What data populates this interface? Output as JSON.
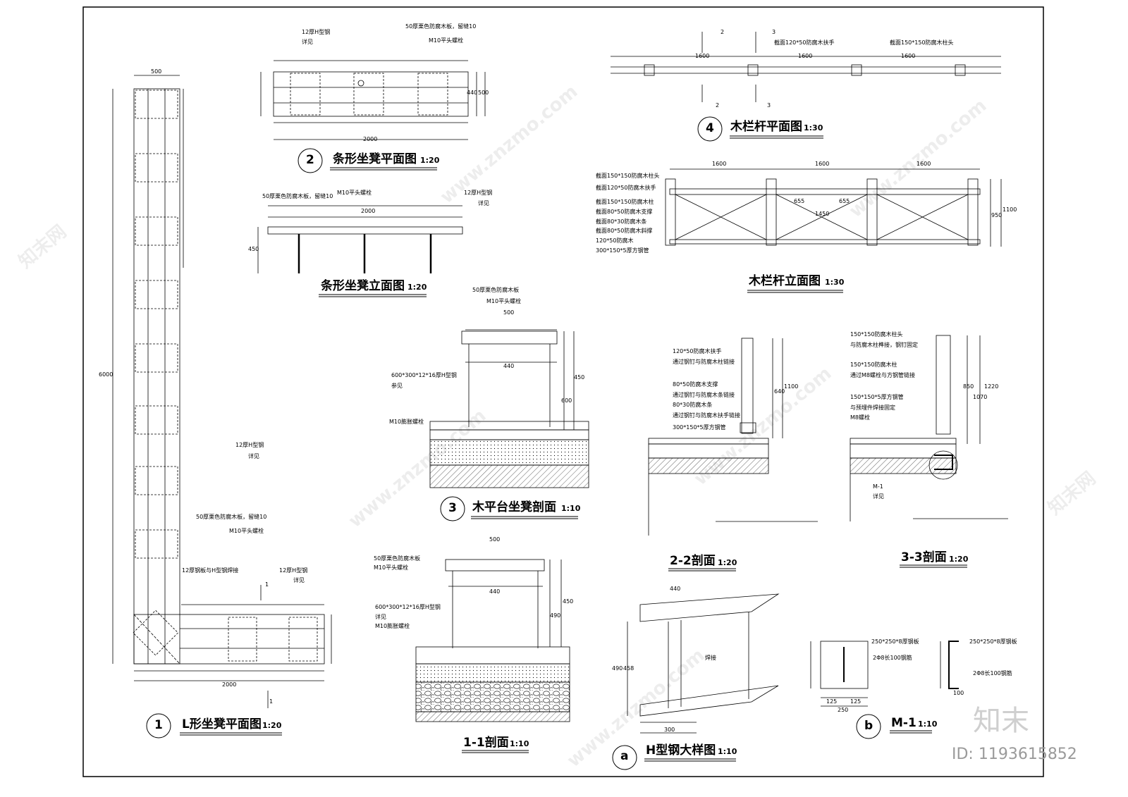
{
  "titles": {
    "l_bench": {
      "num": "1",
      "name": "L形坐凳平面图",
      "scale": "1:20"
    },
    "strip_plan": {
      "num": "2",
      "name": "条形坐凳平面图",
      "scale": "1:20"
    },
    "strip_elev": {
      "name": "条形坐凳立面图",
      "scale": "1:20"
    },
    "platform_section": {
      "num": "3",
      "name": "木平台坐凳剖面",
      "scale": "1:10"
    },
    "rail_plan": {
      "num": "4",
      "name": "木栏杆平面图",
      "scale": "1:30"
    },
    "rail_elev": {
      "name": "木栏杆立面图",
      "scale": "1:30"
    },
    "sec_11": {
      "name": "1-1剖面",
      "scale": "1:10"
    },
    "sec_22": {
      "name": "2-2剖面",
      "scale": "1:20"
    },
    "sec_33": {
      "name": "3-3剖面",
      "scale": "1:20"
    },
    "h_steel": {
      "num": "a",
      "name": "H型钢大样图",
      "scale": "1:10"
    },
    "m1": {
      "num": "b",
      "name": "M-1",
      "scale": "1:10"
    }
  },
  "notes": {
    "h12": "12厚H型钢",
    "see": "详见",
    "see2": "参见",
    "board_gap": "50厚栗色防腐木板，留缝10",
    "board": "50厚栗色防腐木板",
    "bolt": "M10平头螺栓",
    "exp_bolt": "M10膨胀螺栓",
    "hsteel_big": "600*300*12*16厚H型钢",
    "plate_weld": "12厚钢板与H型钢焊接",
    "weld": "焊接",
    "sec_150_head": "截面150*150防腐木柱头",
    "sec_120_rail": "截面120*50防腐木扶手",
    "sec_150_post": "截面150*150防腐木柱",
    "sec_80_50_brace": "截面80*50防腐木支撑",
    "sec_80_30": "截面80*30防腐木条",
    "sec_80_50_diag": "截面80*50防腐木斜撑",
    "wood_120_50": "120*50防腐木",
    "tube_300": "300*150*5厚方钢管",
    "s22_1": "120*50防腐木扶手",
    "s22_2": "通过钢钉与防腐木柱链接",
    "s22_3": "80*50防腐木支撑",
    "s22_4": "通过钢钉与防腐木条链接",
    "s22_5": "80*30防腐木条",
    "s22_6": "通过钢钉与防腐木扶手链接",
    "s22_7": "300*150*5厚方钢管",
    "s33_1": "150*150防腐木柱头",
    "s33_2": "与防腐木柱榫接，钢钉固定",
    "s33_3": "150*150防腐木柱",
    "s33_4": "通过M8螺栓与方钢管链接",
    "s33_5": "150*150*5厚方钢管",
    "s33_6": "与预埋件焊接固定",
    "s33_7": "M8螺栓",
    "m1_plate": "250*250*8厚钢板",
    "m1_bar": "2Φ8长100钢筋",
    "m1_tag": "M-1"
  },
  "dims": {
    "l_total": "6000",
    "l_width": "500",
    "l_bottom": "2000",
    "strip_total": "2000",
    "strip_w": "500",
    "strip_in": "440",
    "rail_span": "1600",
    "rail_h": "1100",
    "rail_h2": "950",
    "rail_mid": "1450",
    "rail_655": "655",
    "sec_height": "450",
    "sec_600": "600",
    "sec_490": "490",
    "h_300": "300",
    "h_440": "440",
    "h_490": "490",
    "h_458": "458",
    "m1_250": "250",
    "m1_125": "125",
    "m1_100": "100",
    "s22_1100": "1100",
    "s22_640": "640",
    "s33_850": "850",
    "s33_1070": "1070",
    "s33_1220": "1220"
  },
  "rail_plan_labels": {
    "sec120": "截面120*50防腐木扶手",
    "sec150": "截面150*150防腐木柱头"
  },
  "cut_marks": {
    "c1": "1",
    "c2": "2",
    "c3": "3"
  },
  "watermark": {
    "site": "www.znzmo.com",
    "cn": "知末网",
    "brand": "知末",
    "id": "ID: 1193615852"
  }
}
